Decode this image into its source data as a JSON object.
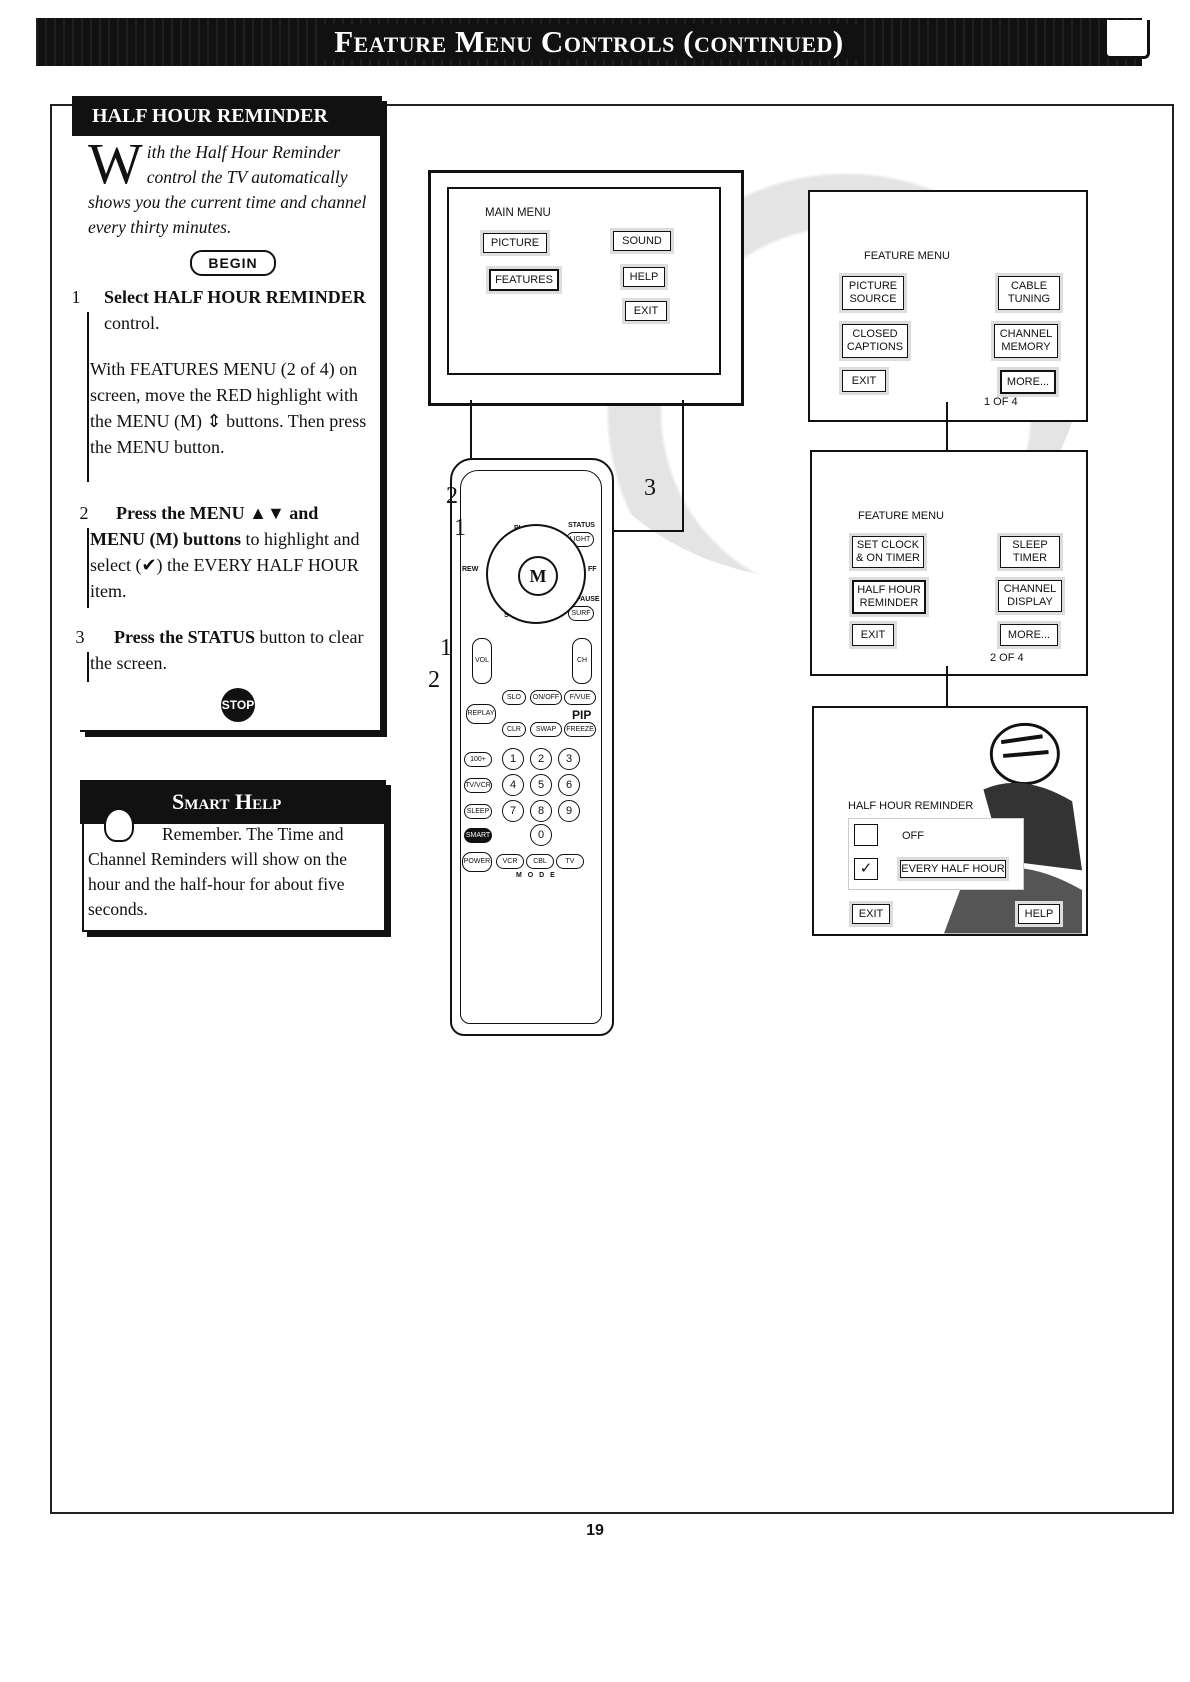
{
  "header": {
    "title": "Feature Menu Controls (continued)"
  },
  "half_hour": {
    "title": "HALF HOUR REMINDER",
    "intro_drop": "W",
    "intro": "ith the Half Hour Reminder control the TV automatically shows you the current time and channel every thirty minutes.",
    "begin": "BEGIN",
    "step1_num": "1",
    "step1_a": "Select HALF HOUR REMINDER",
    "step1_b": " control.",
    "step1_detail": "With FEATURES MENU (2 of 4) on screen, move the RED highlight with the MENU (M) ⇕ buttons. Then press the MENU button.",
    "step2_num": "2",
    "step2_a": "Press the MENU ▲▼ and MENU (M) buttons",
    "step2_b": " to highlight and select (✔) the EVERY HALF HOUR item.",
    "step3_num": "3",
    "step3_a": "Press the STATUS",
    "step3_b": " button to clear the screen.",
    "stop": "STOP"
  },
  "smart_help": {
    "title": "Smart Help",
    "text": "Remember. The Time and Channel Reminders will show on the hour and the half-hour for about five seconds."
  },
  "tv": {
    "menu_title": "MAIN MENU",
    "buttons": [
      "PICTURE",
      "SOUND",
      "FEATURES",
      "HELP",
      "EXIT"
    ]
  },
  "panel1": {
    "title": "FEATURE MENU",
    "buttons": [
      "PICTURE SOURCE",
      "CABLE TUNING",
      "CLOSED CAPTIONS",
      "CHANNEL MEMORY",
      "EXIT",
      "MORE..."
    ],
    "page": "1 OF 4"
  },
  "panel2": {
    "title": "FEATURE MENU",
    "buttons": [
      "SET CLOCK & ON TIMER",
      "SLEEP TIMER",
      "HALF HOUR REMINDER",
      "CHANNEL DISPLAY",
      "EXIT",
      "MORE..."
    ],
    "page": "2 OF 4"
  },
  "panel3": {
    "title": "HALF HOUR REMINDER",
    "opt_off": "OFF",
    "opt_every": "EVERY HALF HOUR",
    "check": "✓",
    "exit": "EXIT",
    "help": "HELP"
  },
  "remote": {
    "labels": [
      "PLAY ▶",
      "STATUS",
      "LIGHT",
      "REW",
      "FF",
      "PAUSE",
      "STOP",
      "SURF",
      "VOL",
      "CH",
      "SLO",
      "ON/OFF",
      "F/VUE",
      "REPLAY",
      "PIP",
      "CLR",
      "SWAP",
      "FREEZE",
      "100+",
      "TV/VCR",
      "SLEEP",
      "SMART",
      "POWER",
      "VCR",
      "CBL",
      "TV",
      "M O D E"
    ],
    "digits": [
      "1",
      "2",
      "3",
      "4",
      "5",
      "6",
      "7",
      "8",
      "9",
      "0"
    ],
    "menu": "M"
  },
  "callouts": [
    "2",
    "1",
    "3",
    "1",
    "2"
  ],
  "page_number": "19"
}
